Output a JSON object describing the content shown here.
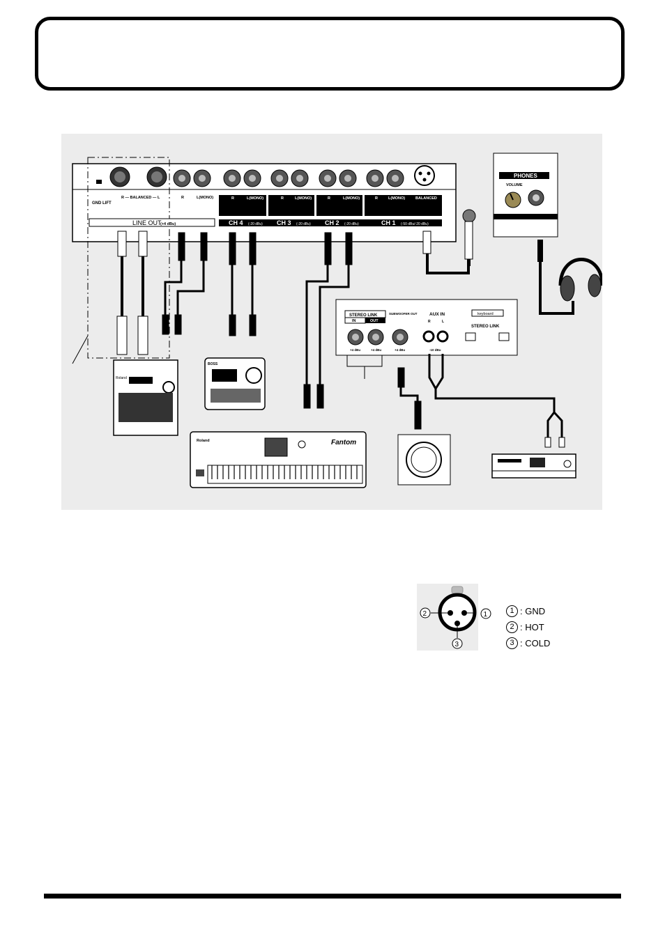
{
  "panel": {
    "gnd_lift": "GND LIFT",
    "balanced": "R — BALANCED — L",
    "line_out_r": "R",
    "line_out_l": "L(MONO)",
    "line_out": "LINE OUT",
    "line_out_level": "(+4 dBu)",
    "channels": [
      {
        "name": "CH 4",
        "level": "(-20 dBu)",
        "r": "R",
        "l": "L(MONO)"
      },
      {
        "name": "CH 3",
        "level": "(-20 dBu)",
        "r": "R",
        "l": "L(MONO)"
      },
      {
        "name": "CH 2",
        "level": "(-20 dBu)",
        "r": "R",
        "l": "L(MONO)"
      },
      {
        "name": "CH 1",
        "level": "(-50 dBu/-20 dBu)",
        "r": "R",
        "l": "L(MONO)",
        "balanced": "BALANCED"
      }
    ]
  },
  "phones_panel": {
    "title": "PHONES",
    "volume": "VOLUME"
  },
  "rear_panel": {
    "stereo_link": "STEREO LINK",
    "in": "IN",
    "out": "OUT",
    "subwoofer_out": "SUBWOOFER OUT",
    "aux_in": "AUX IN",
    "aux_r": "R",
    "aux_l": "L",
    "keyboard": "keyboard",
    "stereo_link_right": "STEREO LINK",
    "level_in": "+4 dBu",
    "level_out": "+4 dBu",
    "level_sub": "+4 dBu",
    "level_aux": "-10 dBu"
  },
  "devices": {
    "mixer_brand": "Roland",
    "recorder_brand": "BOSS",
    "keyboard_brand": "Roland",
    "keyboard_model": "Fantom"
  },
  "xlr_legend": [
    {
      "num": "1",
      "label": ": GND"
    },
    {
      "num": "2",
      "label": ": HOT"
    },
    {
      "num": "3",
      "label": ": COLD"
    }
  ],
  "xlr_pins": {
    "p1": "1",
    "p2": "2",
    "p3": "3"
  },
  "colors": {
    "background_panel": "#ececec",
    "ink": "#000000"
  }
}
